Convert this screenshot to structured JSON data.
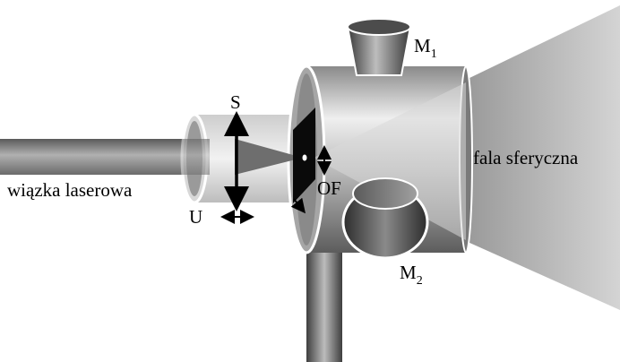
{
  "labels": {
    "laser_beam": "wiązka laserowa",
    "spherical_wave": "fala sferyczna",
    "lens": "S",
    "lens_mount": "U",
    "pinhole": "OF",
    "micrometer_1": {
      "letter": "M",
      "index": "1"
    },
    "micrometer_2": {
      "letter": "M",
      "index": "2"
    }
  },
  "colors": {
    "background": "#ffffff",
    "spherical_wave": "#c4c4c4",
    "arrows": "#000000"
  }
}
